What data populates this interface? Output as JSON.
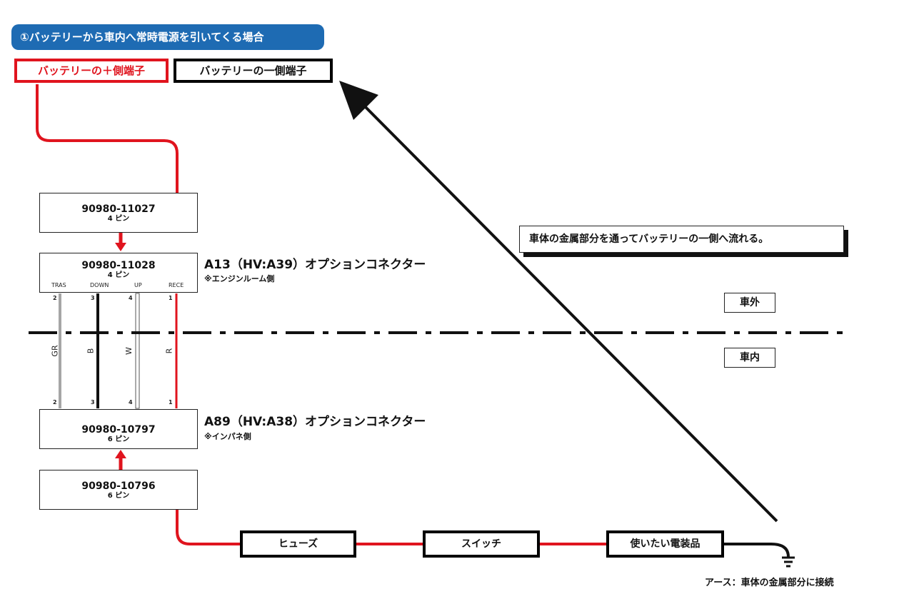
{
  "title": "①バッテリーから車内へ常時電源を引いてくる場合",
  "terminals": {
    "positive": "バッテリーの＋側端子",
    "negative": "バッテリーの一側端子"
  },
  "connectors": {
    "c1": {
      "part": "90980-11027",
      "pins": "4 ピン"
    },
    "c2": {
      "part": "90980-11028",
      "pins": "4 ピン",
      "name": "A13（HV:A39）オプションコネクター",
      "note": "※エンジンルーム側"
    },
    "c3": {
      "part": "90980-10797",
      "pins": "6 ピン",
      "name": "A89（HV:A38）オプションコネクター",
      "note": "※インパネ側"
    },
    "c4": {
      "part": "90980-10796",
      "pins": "6 ピン"
    }
  },
  "pin_headers": [
    "TRAS",
    "DOWN",
    "UP",
    "RECE"
  ],
  "pin_numbers": [
    "2",
    "3",
    "4",
    "1"
  ],
  "wire_colors": [
    "GR",
    "B",
    "W",
    "R"
  ],
  "zones": {
    "outside": "車外",
    "inside": "車内"
  },
  "callout": "車体の金属部分を通ってバッテリーの一側へ流れる。",
  "components": {
    "fuse": "ヒューズ",
    "switch": "スイッチ",
    "device": "使いたい電装品"
  },
  "earth_label": "アース：車体の金属部分に接続",
  "colors": {
    "positive_wire": "#e0141e",
    "title_bg": "#1e6bb3",
    "ground_wire": "#111111",
    "gray_wire": "#a6a6a6"
  }
}
